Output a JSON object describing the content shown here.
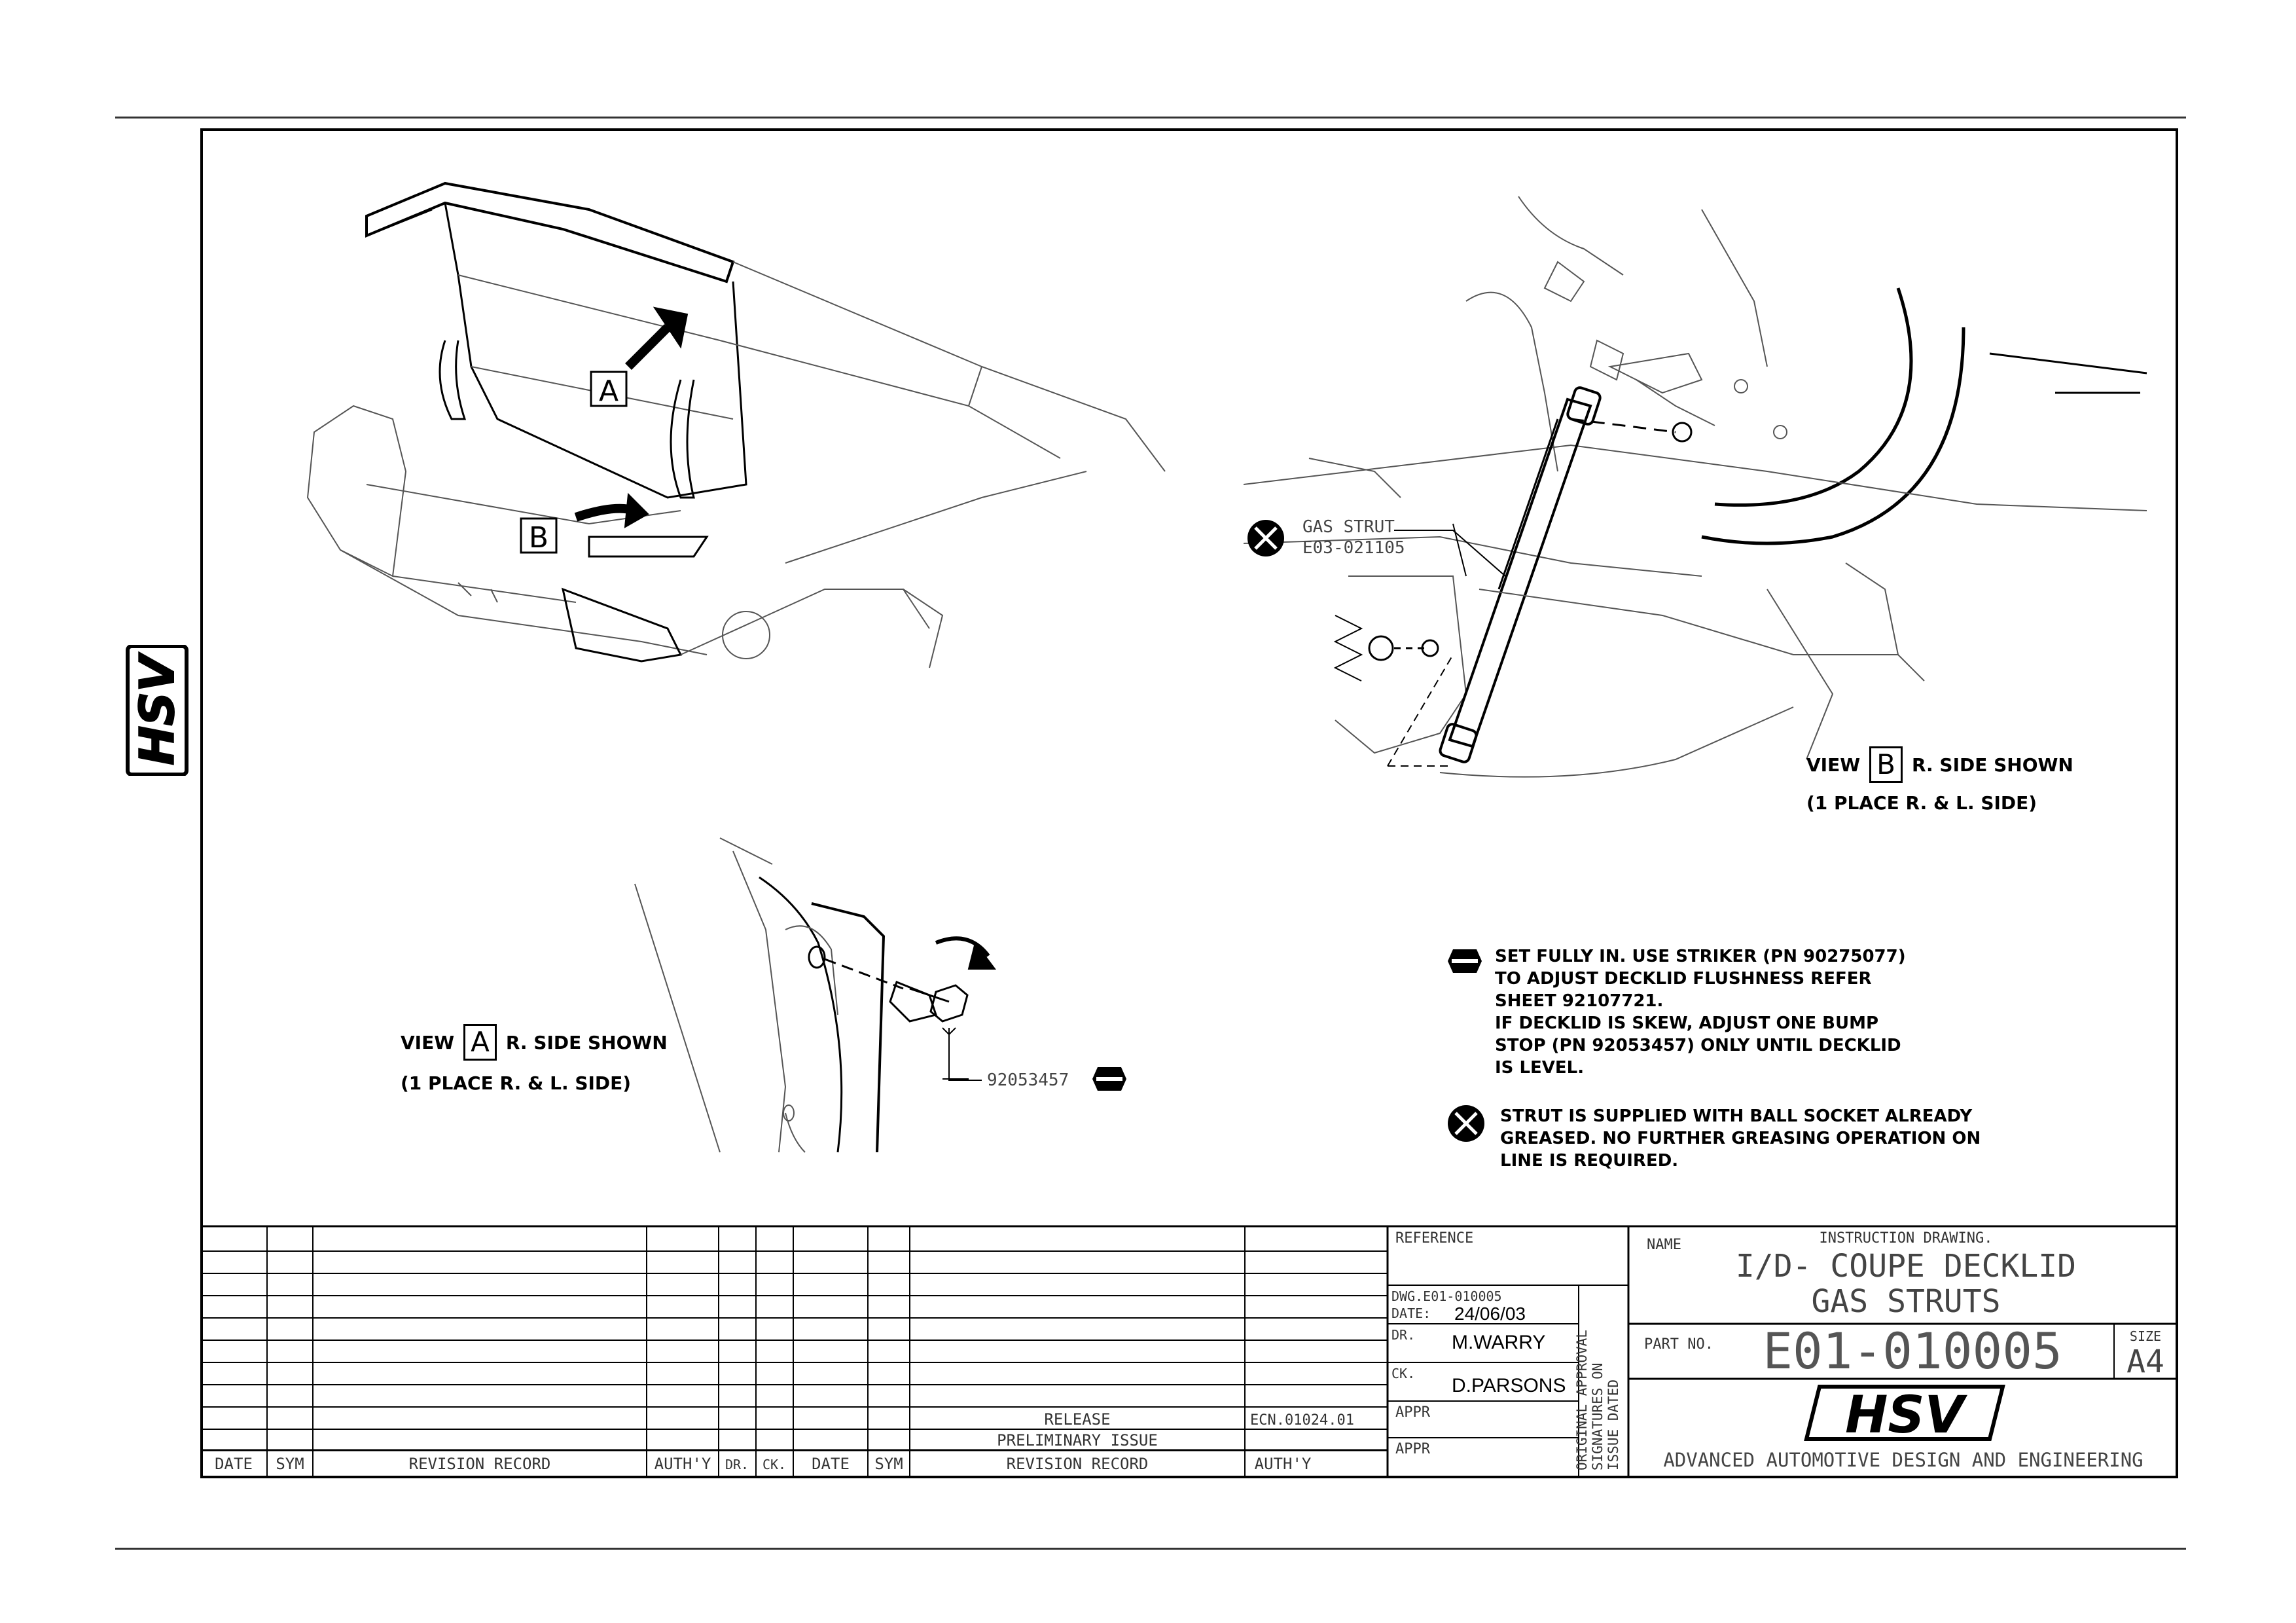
{
  "brand": {
    "logo_text": "HSV",
    "tagline": "ADVANCED AUTOMOTIVE DESIGN AND ENGINEERING"
  },
  "callouts": {
    "label_a": "A",
    "label_b": "B",
    "gas_strut_name": "GAS STRUT",
    "gas_strut_pn": "E03-021105",
    "bump_stop_pn": "92053457"
  },
  "views": {
    "view_a": {
      "prefix": "VIEW",
      "letter": "A",
      "suffix": "R. SIDE SHOWN",
      "qty": "(1 PLACE R. & L. SIDE)"
    },
    "view_b": {
      "prefix": "VIEW",
      "letter": "B",
      "suffix": "R. SIDE SHOWN",
      "qty": "(1 PLACE R. & L. SIDE)"
    }
  },
  "notes": {
    "note_hex": "SET FULLY IN. USE STRIKER (PN 90275077)\nTO ADJUST DECKLID FLUSHNESS REFER\nSHEET 92107721.\nIF DECKLID IS SKEW, ADJUST ONE BUMP\nSTOP (PN 92053457) ONLY UNTIL DECKLID\nIS LEVEL.",
    "note_ball": "STRUT IS SUPPLIED WITH BALL SOCKET ALREADY\nGREASED. NO FURTHER GREASING OPERATION ON\nLINE IS REQUIRED."
  },
  "title_block": {
    "headers": {
      "date": "DATE",
      "sym": "SYM",
      "revision_record": "REVISION RECORD",
      "authy": "AUTH'Y",
      "dr": "DR.",
      "ck": "CK."
    },
    "revision": {
      "release": "RELEASE",
      "release_ecn": "ECN.01024.01",
      "preliminary": "PRELIMINARY ISSUE"
    },
    "reference_label": "REFERENCE",
    "dwg_label": "DWG.E01-010005",
    "date_label": "DATE:",
    "date_value": "24/06/03",
    "dr_label": "DR.",
    "dr_value": "M.WARRY",
    "ck_label": "CK.",
    "ck_value": "D.PARSONS",
    "appr_label": "APPR",
    "approval_lines": [
      "ORIGINAL APPROVAL",
      "SIGNATURES ON",
      "ISSUE DATED"
    ],
    "name_label": "NAME",
    "instruction": "INSTRUCTION DRAWING.",
    "title_line1": "I/D- COUPE DECKLID",
    "title_line2": "GAS STRUTS",
    "part_no_label": "PART NO.",
    "part_no": "E01-010005",
    "size_label": "SIZE",
    "size": "A4"
  }
}
